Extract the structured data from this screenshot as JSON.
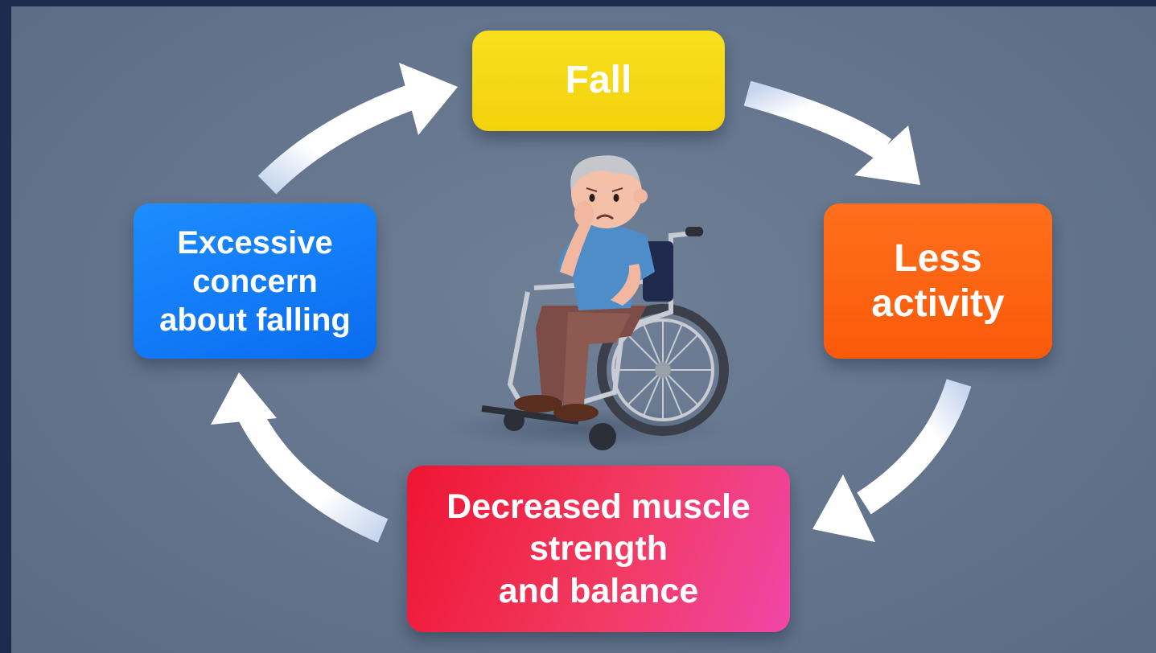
{
  "cycle": {
    "nodes": {
      "fall": "Fall",
      "less_activity": "Less\nactivity",
      "decreased_strength": "Decreased muscle\nstrength\nand balance",
      "excessive_concern": "Excessive\nconcern\nabout falling"
    },
    "colors": {
      "fall": "#f5d712",
      "less_activity": "#fb6412",
      "decreased_strength": "#f0305a",
      "excessive_concern": "#1479f8",
      "arrows": "#ffffff",
      "background": "#63748c"
    },
    "illustration": "elderly-person-in-wheelchair"
  }
}
